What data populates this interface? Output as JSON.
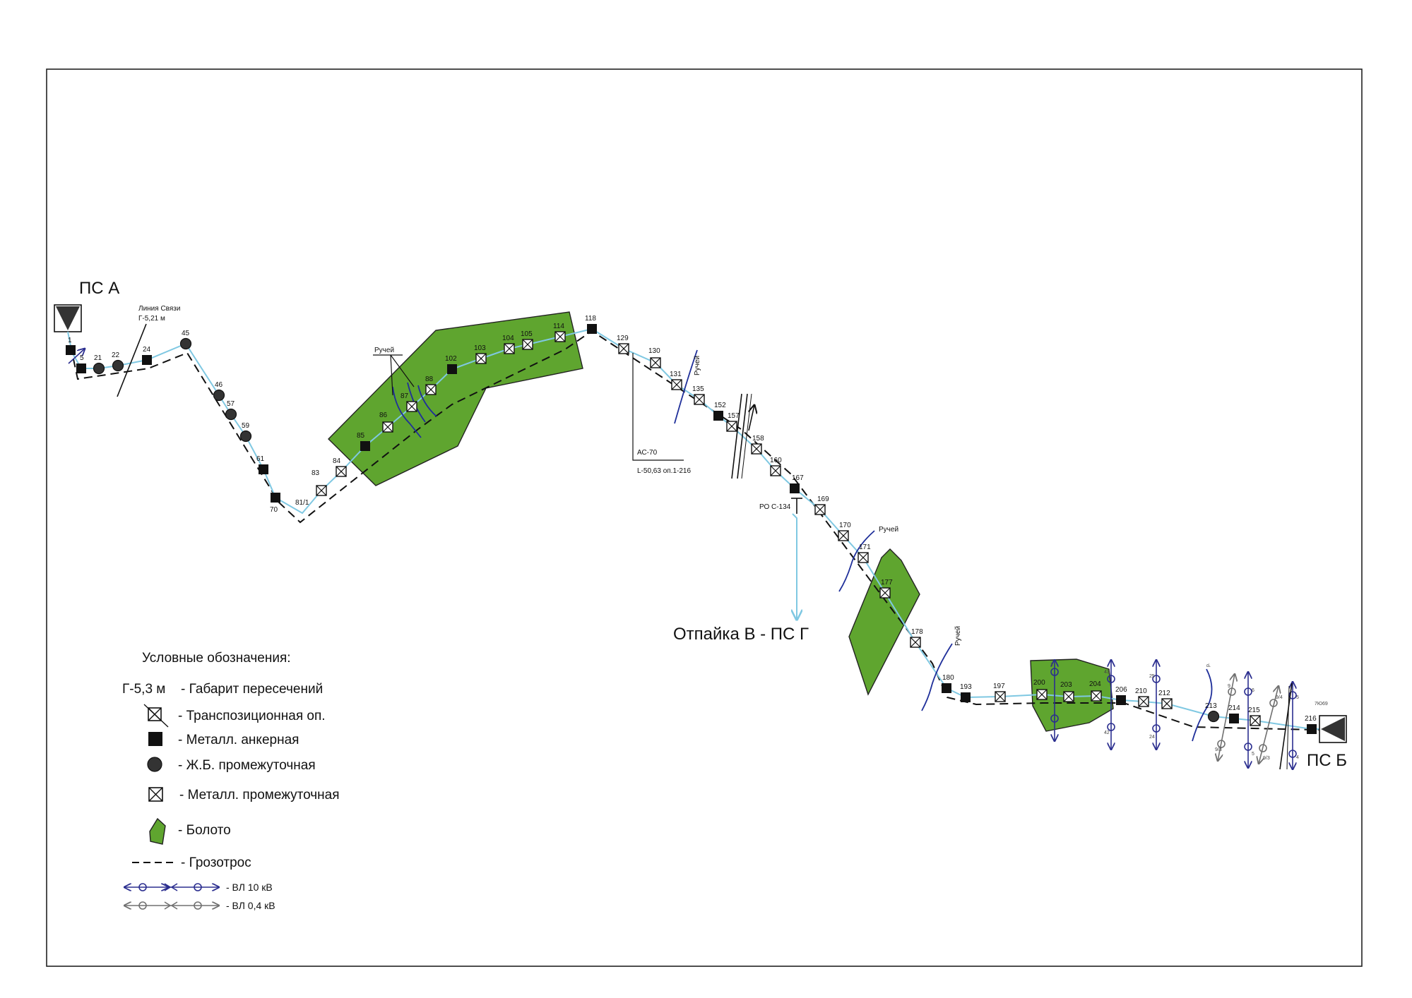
{
  "stations": {
    "start": "ПС А",
    "end": "ПС Б"
  },
  "branch": "Отпайка В - ПС Г",
  "annotations": {
    "comm_line_title": "Линия Связи",
    "comm_line_clearance": "Г-5,21 м",
    "stream": "Ручей",
    "wire_brand": "АС-70",
    "wire_range": "L-50,63 оп.1-216",
    "disconnector": "РО С-134",
    "end_code": "7Ю69"
  },
  "supports": [
    {
      "n": "1",
      "t": "anchor"
    },
    {
      "n": "5",
      "t": "anchor"
    },
    {
      "n": "21",
      "t": "rc"
    },
    {
      "n": "22",
      "t": "rc"
    },
    {
      "n": "24",
      "t": "anchor"
    },
    {
      "n": "45",
      "t": "rc"
    },
    {
      "n": "46",
      "t": "rc"
    },
    {
      "n": "57",
      "t": "rc"
    },
    {
      "n": "59",
      "t": "rc"
    },
    {
      "n": "61",
      "t": "anchor"
    },
    {
      "n": "70",
      "t": "anchor"
    },
    {
      "n": "81/1",
      "t": "none"
    },
    {
      "n": "83",
      "t": "metal"
    },
    {
      "n": "84",
      "t": "metal"
    },
    {
      "n": "85",
      "t": "anchor"
    },
    {
      "n": "86",
      "t": "metal"
    },
    {
      "n": "87",
      "t": "metal"
    },
    {
      "n": "88",
      "t": "metal"
    },
    {
      "n": "102",
      "t": "anchor"
    },
    {
      "n": "103",
      "t": "metal"
    },
    {
      "n": "104",
      "t": "metal"
    },
    {
      "n": "105",
      "t": "metal"
    },
    {
      "n": "114",
      "t": "metal"
    },
    {
      "n": "118",
      "t": "anchor"
    },
    {
      "n": "129",
      "t": "metal"
    },
    {
      "n": "130",
      "t": "metal"
    },
    {
      "n": "131",
      "t": "metal"
    },
    {
      "n": "135",
      "t": "metal"
    },
    {
      "n": "152",
      "t": "anchor"
    },
    {
      "n": "157",
      "t": "metal"
    },
    {
      "n": "158",
      "t": "metal"
    },
    {
      "n": "160",
      "t": "metal"
    },
    {
      "n": "167",
      "t": "anchor"
    },
    {
      "n": "169",
      "t": "metal"
    },
    {
      "n": "170",
      "t": "metal"
    },
    {
      "n": "171",
      "t": "metal"
    },
    {
      "n": "177",
      "t": "metal"
    },
    {
      "n": "178",
      "t": "metal"
    },
    {
      "n": "180",
      "t": "anchor"
    },
    {
      "n": "193",
      "t": "anchor"
    },
    {
      "n": "197",
      "t": "metal"
    },
    {
      "n": "200",
      "t": "metal"
    },
    {
      "n": "203",
      "t": "metal"
    },
    {
      "n": "204",
      "t": "metal"
    },
    {
      "n": "206",
      "t": "anchor"
    },
    {
      "n": "210",
      "t": "metal"
    },
    {
      "n": "212",
      "t": "metal"
    },
    {
      "n": "213",
      "t": "rc"
    },
    {
      "n": "214",
      "t": "anchor"
    },
    {
      "n": "215",
      "t": "metal"
    },
    {
      "n": "216",
      "t": "anchor"
    }
  ],
  "legend": {
    "title": "Условные обозначения:",
    "items": [
      {
        "key": "Г-5,3 м",
        "text": "- Габарит пересечений"
      },
      {
        "text": "- Транспозиционная оп."
      },
      {
        "text": "- Металл. анкерная"
      },
      {
        "text": "- Ж.Б. промежуточная"
      },
      {
        "text": "- Металл. промежуточная"
      },
      {
        "text": "- Болото"
      },
      {
        "text": "- Грозотрос"
      },
      {
        "text": "- ВЛ 10 кВ"
      },
      {
        "text": "- ВЛ 0,4 кВ"
      }
    ]
  },
  "colors": {
    "line": "#7fc8e2",
    "swamp": "#5fa52f",
    "vl10": "#2b2e8f",
    "vl04": "#707070",
    "stream": "#1f2f9a"
  }
}
